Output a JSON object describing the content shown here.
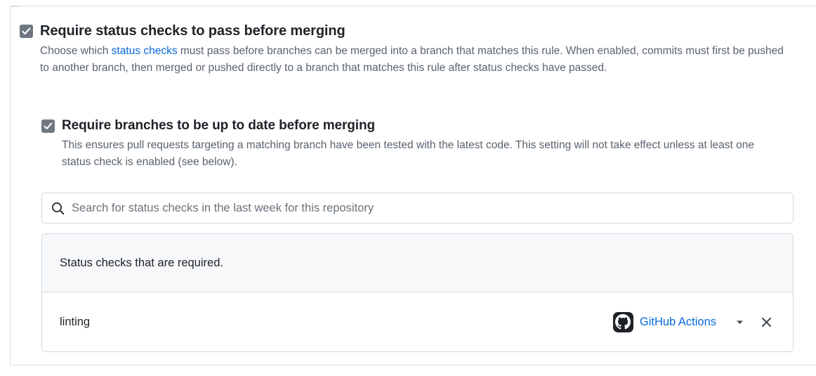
{
  "settings": {
    "rules": [
      {
        "id": "require-status-checks",
        "checked": true,
        "title": "Require status checks to pass before merging",
        "description_before_link": "Choose which ",
        "link_text": "status checks",
        "description_after_link": " must pass before branches can be merged into a branch that matches this rule. When enabled, commits must first be pushed to another branch, then merged or pushed directly to a branch that matches this rule after status checks have passed."
      },
      {
        "id": "require-branches-up-to-date",
        "checked": true,
        "title": "Require branches to be up to date before merging",
        "description": "This ensures pull requests targeting a matching branch have been tested with the latest code. This setting will not take effect unless at least one status check is enabled (see below)."
      }
    ],
    "search": {
      "placeholder": "Search for status checks in the last week for this repository",
      "value": "",
      "icon": "search-icon"
    },
    "checks_panel": {
      "header_text": "Status checks that are required.",
      "rows": [
        {
          "name": "linting",
          "source": "GitHub Actions",
          "source_icon": "github-mark-icon",
          "caret_icon": "chevron-down-icon",
          "remove_icon": "close-icon"
        }
      ]
    }
  },
  "colors": {
    "link": "#0969da",
    "muted_text": "#59636e",
    "border": "#d1d9e0",
    "panel_header_bg": "#f6f8fa",
    "checkbox_disabled": "#6e7781",
    "text": "#1f2328"
  }
}
